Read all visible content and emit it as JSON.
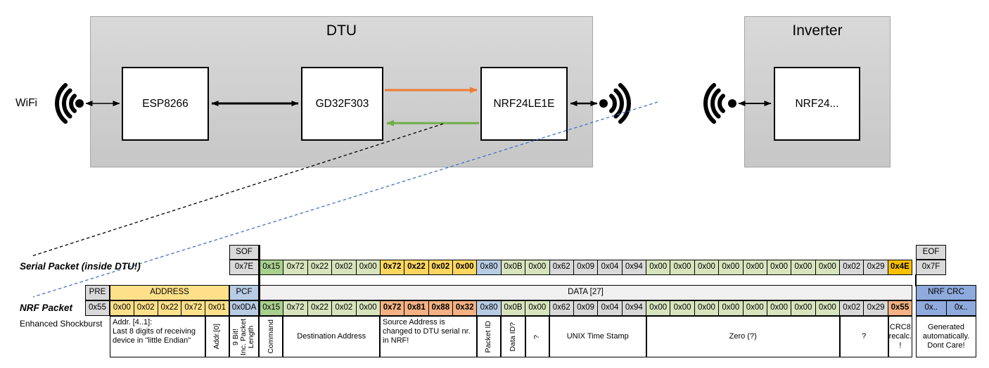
{
  "diagram": {
    "wifi_label": "WiFi",
    "dtu": {
      "title": "DTU",
      "components": [
        "ESP8266",
        "GD32F303",
        "NRF24LE1E"
      ]
    },
    "inverter": {
      "title": "Inverter",
      "component": "NRF24..."
    },
    "icons": [
      "wifi-signal-left",
      "wifi-signal-right",
      "wifi-signal-inverter"
    ],
    "arrows": {
      "uart_tx_color": "#ED7D31",
      "uart_rx_color": "#70AD47",
      "link_color": "#000000",
      "serial_callout_color": "#000000",
      "nrf_callout_color": "#4472C4"
    }
  },
  "serial_packet": {
    "label": "Serial Packet (inside DTU!)",
    "sof": {
      "header": "SOF",
      "value": "0x7E"
    },
    "eof": {
      "header": "EOF",
      "value": "0x7F"
    },
    "bytes": [
      {
        "v": "0x15",
        "c": "gd"
      },
      {
        "v": "0x72",
        "c": "gl"
      },
      {
        "v": "0x22",
        "c": "gl"
      },
      {
        "v": "0x02",
        "c": "gl"
      },
      {
        "v": "0x00",
        "c": "gl"
      },
      {
        "v": "0x72",
        "c": "yb",
        "b": 1
      },
      {
        "v": "0x22",
        "c": "yb",
        "b": 1
      },
      {
        "v": "0x02",
        "c": "yb",
        "b": 1
      },
      {
        "v": "0x00",
        "c": "yb",
        "b": 1
      },
      {
        "v": "0x80",
        "c": "bl"
      },
      {
        "v": "0x0B",
        "c": "gl"
      },
      {
        "v": "0x00",
        "c": "gl"
      },
      {
        "v": "0x62",
        "c": "gy"
      },
      {
        "v": "0x09",
        "c": "gy"
      },
      {
        "v": "0x04",
        "c": "gy"
      },
      {
        "v": "0x94",
        "c": "gy"
      },
      {
        "v": "0x00",
        "c": "gl"
      },
      {
        "v": "0x00",
        "c": "gl"
      },
      {
        "v": "0x00",
        "c": "gl"
      },
      {
        "v": "0x00",
        "c": "gl"
      },
      {
        "v": "0x00",
        "c": "gl"
      },
      {
        "v": "0x00",
        "c": "gl"
      },
      {
        "v": "0x00",
        "c": "gl"
      },
      {
        "v": "0x00",
        "c": "gl"
      },
      {
        "v": "0x02",
        "c": "gy"
      },
      {
        "v": "0x29",
        "c": "gy"
      },
      {
        "v": "0x4E",
        "c": "go",
        "b": 1
      }
    ]
  },
  "nrf_packet": {
    "label": "NRF Packet",
    "sublabel": "Enhanced Shockburst",
    "pre": {
      "header": "PRE",
      "value": "0x55"
    },
    "address": {
      "header": "ADDRESS",
      "values": [
        "0x00",
        "0x02",
        "0x22",
        "0x72",
        "0x01"
      ]
    },
    "pcf": {
      "header": "PCF",
      "value": "0x0DA"
    },
    "data_header": "DATA [27]",
    "crc": {
      "header": "NRF CRC",
      "values": [
        "0x..",
        "0x.."
      ]
    },
    "bytes": [
      {
        "v": "0x15",
        "c": "gd"
      },
      {
        "v": "0x72",
        "c": "gl"
      },
      {
        "v": "0x22",
        "c": "gl"
      },
      {
        "v": "0x02",
        "c": "gl"
      },
      {
        "v": "0x00",
        "c": "gl"
      },
      {
        "v": "0x72",
        "c": "sb",
        "b": 1
      },
      {
        "v": "0x81",
        "c": "sb",
        "b": 1
      },
      {
        "v": "0x88",
        "c": "sb",
        "b": 1
      },
      {
        "v": "0x32",
        "c": "sb",
        "b": 1
      },
      {
        "v": "0x80",
        "c": "bl"
      },
      {
        "v": "0x0B",
        "c": "gl"
      },
      {
        "v": "0x00",
        "c": "gl"
      },
      {
        "v": "0x62",
        "c": "gy"
      },
      {
        "v": "0x09",
        "c": "gy"
      },
      {
        "v": "0x04",
        "c": "gy"
      },
      {
        "v": "0x94",
        "c": "gy"
      },
      {
        "v": "0x00",
        "c": "gl"
      },
      {
        "v": "0x00",
        "c": "gl"
      },
      {
        "v": "0x00",
        "c": "gl"
      },
      {
        "v": "0x00",
        "c": "gl"
      },
      {
        "v": "0x00",
        "c": "gl"
      },
      {
        "v": "0x00",
        "c": "gl"
      },
      {
        "v": "0x00",
        "c": "gl"
      },
      {
        "v": "0x00",
        "c": "gl"
      },
      {
        "v": "0x02",
        "c": "gy"
      },
      {
        "v": "0x29",
        "c": "gy"
      },
      {
        "v": "0x55",
        "c": "sb",
        "b": 1
      }
    ]
  },
  "annotations": [
    {
      "region": "addr",
      "from": 1,
      "to": 4,
      "align": "left",
      "text": "Addr. [4..1]:\nLast 8 digits of receiving device in \"little Endian\""
    },
    {
      "region": "addr",
      "from": 5,
      "to": 5,
      "vertical": true,
      "text": "Addr.[0]"
    },
    {
      "region": "pcf",
      "vertical": true,
      "text": "9 Bit!\nInc. Packet\nLength"
    },
    {
      "region": "data",
      "from": 1,
      "to": 1,
      "vertical": true,
      "text": "Command"
    },
    {
      "region": "data",
      "from": 2,
      "to": 5,
      "text": "Destination Address"
    },
    {
      "region": "data",
      "from": 6,
      "to": 9,
      "bg": "sl",
      "align": "left",
      "text": "Source Address is changed to DTU serial nr. in NRF!"
    },
    {
      "region": "data",
      "from": 10,
      "to": 10,
      "vertical": true,
      "text": "Packet ID"
    },
    {
      "region": "data",
      "from": 11,
      "to": 11,
      "vertical": true,
      "text": "Data ID?"
    },
    {
      "region": "data",
      "from": 12,
      "to": 12,
      "vertical": true,
      "text": "?"
    },
    {
      "region": "data",
      "from": 13,
      "to": 16,
      "text": "UNIX Time Stamp"
    },
    {
      "region": "data",
      "from": 17,
      "to": 24,
      "text": "Zero (?)"
    },
    {
      "region": "data",
      "from": 25,
      "to": 26,
      "text": "?"
    },
    {
      "region": "data",
      "from": 27,
      "to": 27,
      "bg": "sl",
      "text": "CRC8\nrecalc.\n!"
    },
    {
      "region": "crc",
      "text": "Generated automatically.\nDont Care!"
    }
  ],
  "colors": {
    "cell_gray": "#D9D9D9",
    "cell_green_light": "#D7E4BD",
    "cell_green_dark": "#A9D18E",
    "cell_yellow": "#FFD75E",
    "cell_gold": "#FFC000",
    "cell_blue_light": "#B8CCE4",
    "cell_salmon": "#F4B183",
    "cell_salmon_light": "#F8CBAD",
    "cell_addr_yellow": "#FFE08A",
    "cell_crc_blue": "#8FAADC",
    "cell_data_header": "#F0F0F0",
    "arrow_orange": "#ED7D31",
    "arrow_green": "#70AD47",
    "callout_blue": "#4472C4"
  }
}
